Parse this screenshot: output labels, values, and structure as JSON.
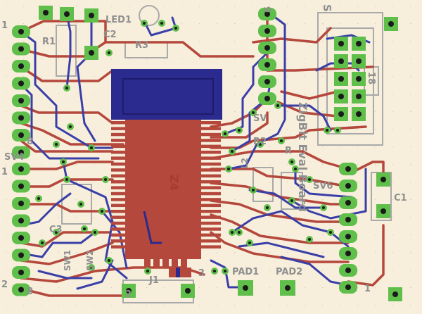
{
  "board": {
    "background": "#f7efdc",
    "colors": {
      "top_trace": "#b5483c",
      "bottom_trace": "#3a3fa8",
      "pad": "#5fbf4a",
      "silk": "#a9a9a9",
      "silk_text": "#8f8f8f",
      "chip": "#2b2a8f"
    }
  },
  "labels": {
    "led1": "LED1",
    "r1": "R1",
    "c2": "C2",
    "r2": "R2",
    "sv4": "SV4",
    "sv6": "SV6",
    "c1": "C1",
    "j1": "J1",
    "pad1": "PAD1",
    "pad2": "PAD2",
    "z4": "Z4",
    "board_name": "ZigBit Eval Board",
    "sv_top": "SV",
    "sw1": "SW1",
    "sw2": "SW2",
    "r3": "R3",
    "l2": "L2",
    "c3": "C3",
    "s": "S",
    "t18": "18",
    "pin1_a": "1",
    "pin1_b": "1",
    "pin2": "2",
    "pin6": "6",
    "pin8": "8",
    "pin3": "3",
    "pin1_c": "1",
    "r_lbl": "R"
  }
}
